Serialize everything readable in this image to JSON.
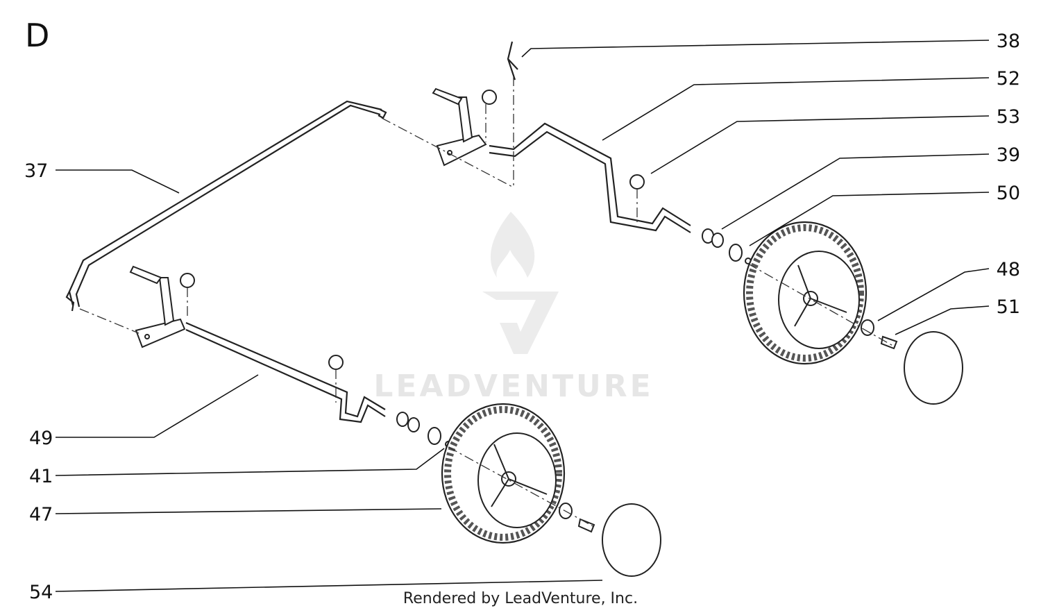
{
  "diagram": {
    "section_letter": "D",
    "watermark": "LEADVENTURE",
    "footer": "Rendered by LeadVenture, Inc.",
    "callouts_right": [
      {
        "id": "38",
        "label": "38"
      },
      {
        "id": "52",
        "label": "52"
      },
      {
        "id": "53",
        "label": "53"
      },
      {
        "id": "39",
        "label": "39"
      },
      {
        "id": "50",
        "label": "50"
      },
      {
        "id": "48",
        "label": "48"
      },
      {
        "id": "51",
        "label": "51"
      }
    ],
    "callouts_left": [
      {
        "id": "37",
        "label": "37"
      },
      {
        "id": "49",
        "label": "49"
      },
      {
        "id": "41",
        "label": "41"
      },
      {
        "id": "47",
        "label": "47"
      },
      {
        "id": "54",
        "label": "54"
      }
    ]
  }
}
